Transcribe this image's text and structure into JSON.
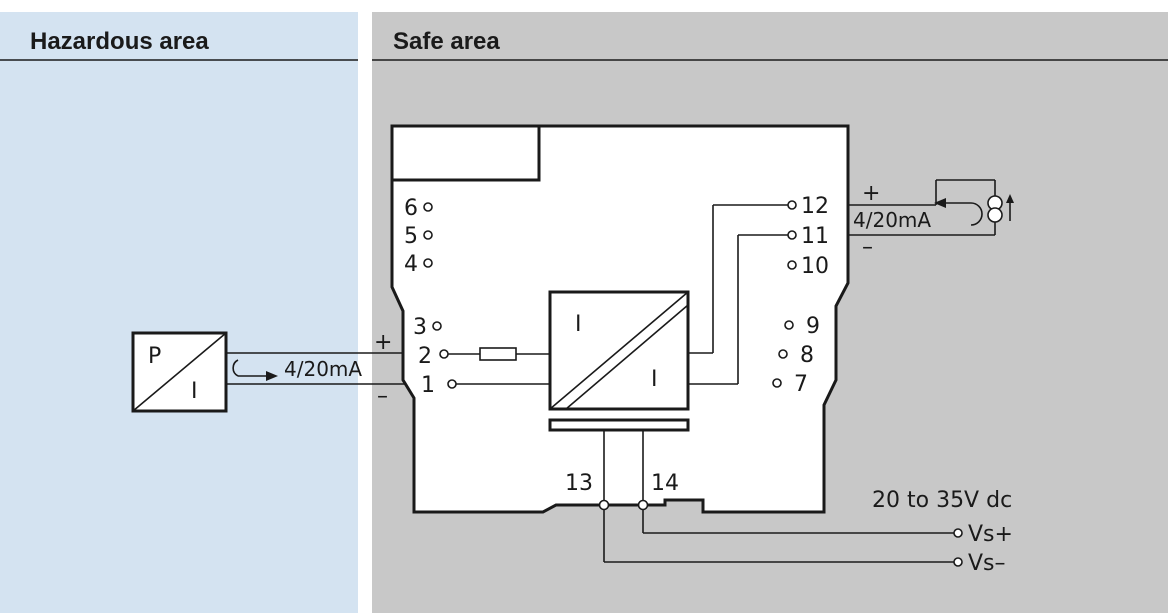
{
  "zones": {
    "hazardous_label": "Hazardous area",
    "safe_label": "Safe area"
  },
  "colors": {
    "hazardous_bg": "#d4e3f1",
    "safe_bg": "#c8c8c8"
  },
  "transmitter": {
    "top_label": "P",
    "bottom_label": "I"
  },
  "input_loop": {
    "plus": "+",
    "minus": "–",
    "signal": "4/20mA"
  },
  "isolator": {
    "in_label": "I",
    "out_label": "I"
  },
  "terminals": {
    "t1": "1",
    "t2": "2",
    "t3": "3",
    "t4": "4",
    "t5": "5",
    "t6": "6",
    "t7": "7",
    "t8": "8",
    "t9": "9",
    "t10": "10",
    "t11": "11",
    "t12": "12",
    "t13": "13",
    "t14": "14"
  },
  "output_loop": {
    "plus": "+",
    "minus": "–",
    "signal": "4/20mA"
  },
  "supply": {
    "range": "20 to 35V dc",
    "vs_plus": "Vs+",
    "vs_minus": "Vs–"
  }
}
